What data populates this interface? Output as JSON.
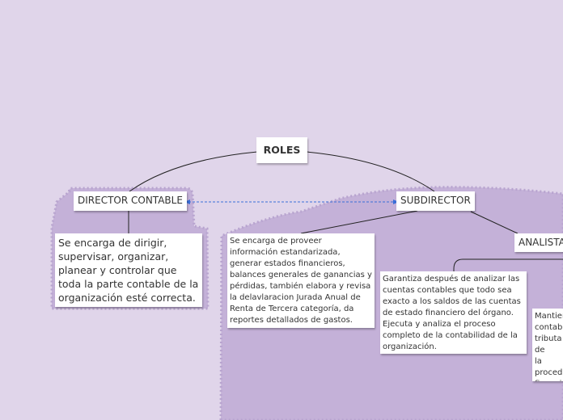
{
  "diagram": {
    "central": {
      "label": "ROLES"
    },
    "nodes": {
      "director": {
        "label": "DIRECTOR CONTABLE"
      },
      "subdirector": {
        "label": "SUBDIRECTOR"
      },
      "analista": {
        "label": "ANALISTA"
      }
    },
    "notes": {
      "director": "Se encarga de dirigir, supervisar, organizar, planear y controlar que toda la parte contable de la organización esté correcta.",
      "subdirector": "Se encarga de proveer información estandarizada, generar estados financieros, balances generales de ganancias y pérdidas, también elabora y revisa la delavlaracion Jurada Anual de Renta de Tercera categoría, da reportes detallados de gastos.",
      "analista_1": "Garantiza después de analizar las cuentas contables que todo sea exacto a los saldos de las cuentas de estado financiero del órgano.  Ejecuta y analiza el proceso completo de la contabilidad de la organización.",
      "analista_2": "Mantiene contab tributa de la o proced financi"
    },
    "colors": {
      "background": "#e0d5ea",
      "group_fill": "#c4b1d8",
      "group_border": "#b8a4cf",
      "connector": "#222222",
      "relation": "#3a6fd8"
    }
  }
}
